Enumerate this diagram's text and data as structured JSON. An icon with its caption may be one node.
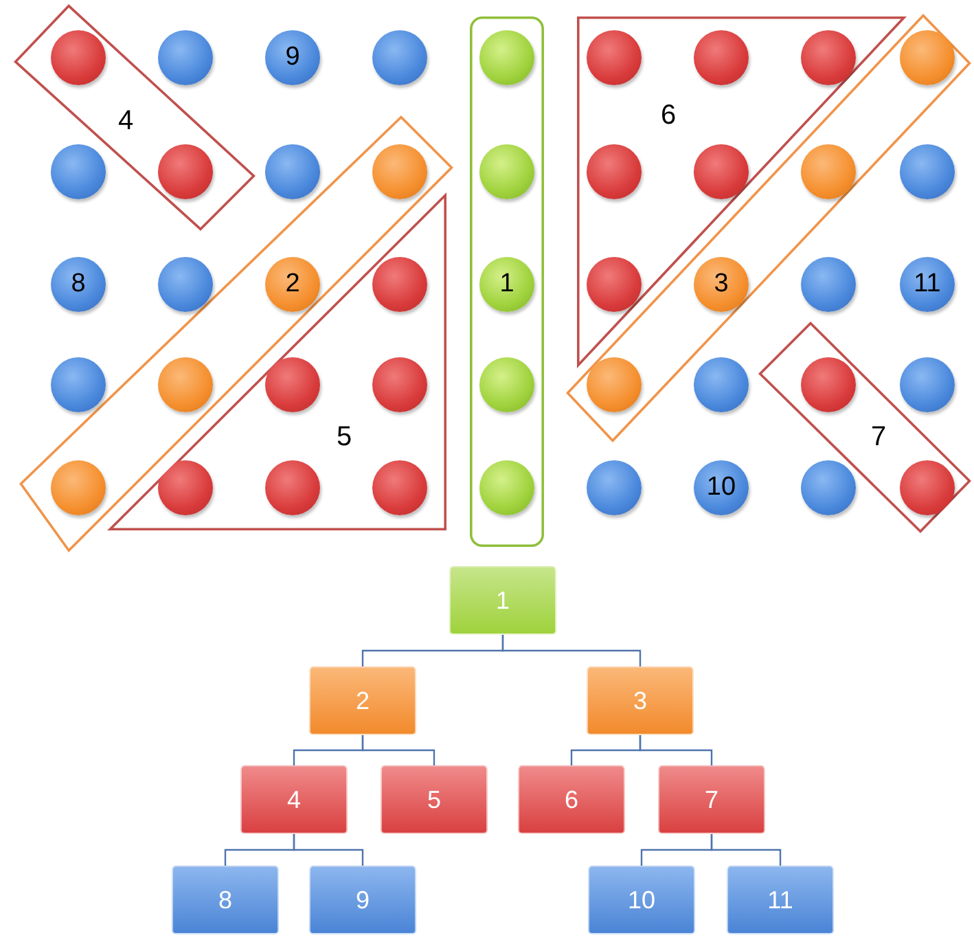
{
  "diagram": {
    "nodes": [
      {
        "text": [],
        "shape": "circle",
        "in": 45
      },
      {
        "text": [],
        "shape": "circle"
      },
      {
        "text": [
          "9"
        ]
      },
      {
        "text": [],
        "shape": "circle"
      },
      {
        "text": [],
        "shape": "circle",
        "in": 46
      },
      {
        "text": [],
        "shape": "circle",
        "in": 49
      },
      {
        "text": [],
        "shape": "circle",
        "in": 49
      },
      {
        "text": [],
        "shape": "circle",
        "in": 49
      },
      {
        "text": [],
        "shape": "circle",
        "in": 50
      },
      {
        "text": [],
        "shape": "circle"
      },
      {
        "text": [],
        "shape": "circle",
        "in": 45
      },
      {
        "text": [],
        "shape": "circle"
      },
      {
        "text": [],
        "shape": "circle",
        "in": 47
      },
      {
        "text": [],
        "shape": "circle",
        "in": 46
      },
      {
        "text": [],
        "shape": "circle",
        "in": 49
      },
      {
        "text": [],
        "shape": "circle",
        "in": 49
      },
      {
        "text": [],
        "shape": "circle",
        "in": 50
      },
      {
        "text": [],
        "shape": "circle"
      },
      {
        "text": [
          "8"
        ]
      },
      {
        "text": [],
        "shape": "circle"
      },
      {
        "text": [
          "2"
        ],
        "in": 47
      },
      {
        "text": [],
        "shape": "circle",
        "in": 48
      },
      {
        "text": [
          "1"
        ],
        "in": 46
      },
      {
        "text": [],
        "shape": "circle",
        "in": 49
      },
      {
        "text": [
          "3"
        ],
        "in": 50
      },
      {
        "text": [],
        "shape": "circle"
      },
      {
        "text": [
          "11"
        ]
      },
      {
        "text": [],
        "shape": "circle"
      },
      {
        "text": [],
        "shape": "circle",
        "in": 47
      },
      {
        "text": [],
        "shape": "circle",
        "in": 48
      },
      {
        "text": [],
        "shape": "circle",
        "in": 48
      },
      {
        "text": [],
        "shape": "circle",
        "in": 46
      },
      {
        "text": [],
        "shape": "circle",
        "in": 50
      },
      {
        "text": [],
        "shape": "circle"
      },
      {
        "text": [],
        "shape": "circle",
        "in": 51
      },
      {
        "text": [],
        "shape": "circle"
      },
      {
        "text": [],
        "shape": "circle",
        "in": 47
      },
      {
        "text": [],
        "shape": "circle",
        "in": 48
      },
      {
        "text": [],
        "shape": "circle",
        "in": 48
      },
      {
        "text": [],
        "shape": "circle",
        "in": 48
      },
      {
        "text": [],
        "shape": "circle",
        "in": 46
      },
      {
        "text": [],
        "shape": "circle"
      },
      {
        "text": [
          "10"
        ]
      },
      {
        "text": [],
        "shape": "circle"
      },
      {
        "text": [],
        "shape": "circle",
        "in": 51
      },
      {
        "text": [
          "4"
        ]
      },
      {
        "text": [],
        "shape": "box"
      },
      {
        "text": [],
        "shape": "box"
      },
      {
        "text": [
          "5"
        ]
      },
      {
        "text": [
          "6"
        ]
      },
      {
        "text": [],
        "shape": "box"
      },
      {
        "text": [
          "7"
        ]
      },
      {
        "text": [
          "1"
        ]
      },
      {
        "text": [
          "2"
        ]
      },
      {
        "text": [
          "3"
        ]
      },
      {
        "text": [
          "4"
        ]
      },
      {
        "text": [
          "5"
        ]
      },
      {
        "text": [
          "6"
        ]
      },
      {
        "text": [
          "7"
        ]
      },
      {
        "text": [
          "8"
        ]
      },
      {
        "text": [
          "9"
        ]
      },
      {
        "text": [
          "10"
        ]
      },
      {
        "text": [
          "11"
        ]
      }
    ],
    "edges": [
      {
        "from": 52,
        "to": 53,
        "arrow": "none"
      },
      {
        "from": 52,
        "to": 54,
        "arrow": "none"
      },
      {
        "from": 53,
        "to": 55,
        "arrow": "none"
      },
      {
        "from": 53,
        "to": 56,
        "arrow": "none"
      },
      {
        "from": 54,
        "to": 57,
        "arrow": "none"
      },
      {
        "from": 54,
        "to": 58,
        "arrow": "none"
      },
      {
        "from": 55,
        "to": 59,
        "arrow": "none"
      },
      {
        "from": 55,
        "to": 60,
        "arrow": "none"
      },
      {
        "from": 58,
        "to": 61,
        "arrow": "none"
      },
      {
        "from": 58,
        "to": 62,
        "arrow": "none"
      }
    ]
  }
}
